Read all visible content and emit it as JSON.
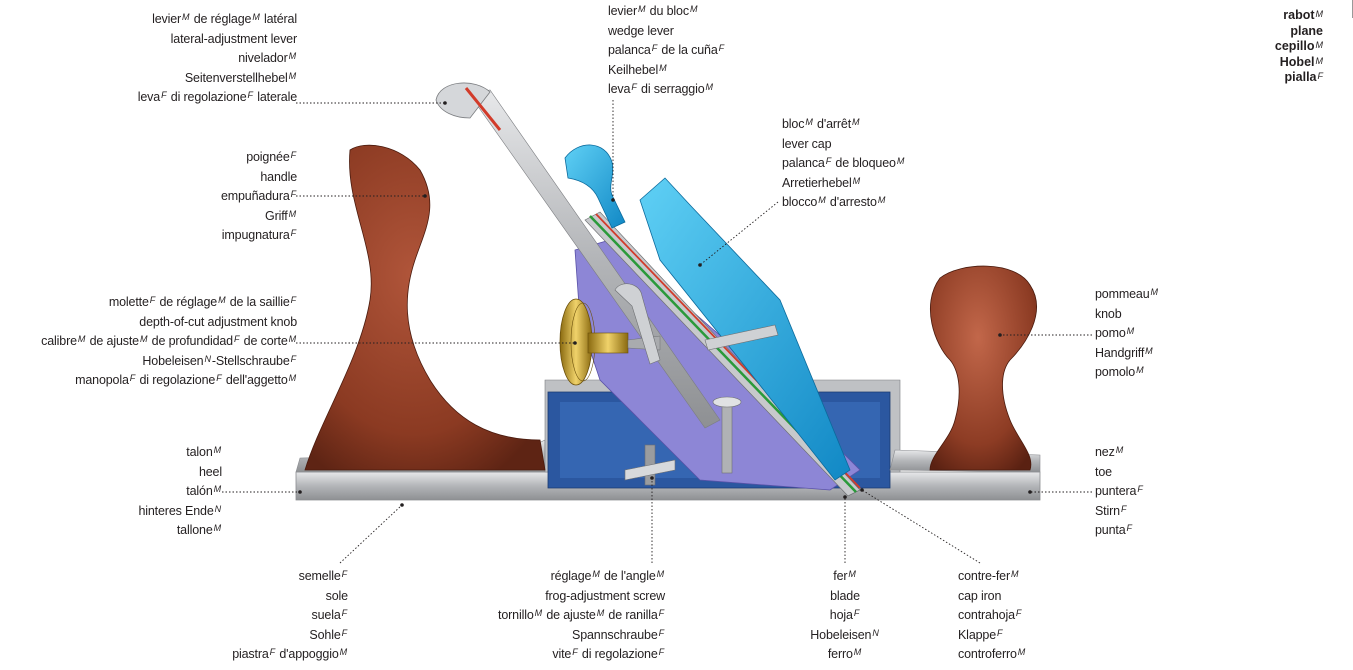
{
  "title": {
    "lines": [
      {
        "text": "rabot",
        "g": "M"
      },
      {
        "text": "plane",
        "g": ""
      },
      {
        "text": "cepillo",
        "g": "M"
      },
      {
        "text": "Hobel",
        "g": "M"
      },
      {
        "text": "pialla",
        "g": "F"
      }
    ]
  },
  "labels": {
    "lateral_lever": [
      "levier|M| de réglage|M| latéral",
      "lateral-adjustment lever",
      "nivelador|M|",
      "Seitenverstellhebel|M|",
      "leva|F| di regolazione|F| laterale"
    ],
    "wedge_lever": [
      "levier|M| du bloc|M|",
      "wedge lever",
      "palanca|F| de la cuña|F|",
      "Keilhebel|M|",
      "leva|F| di serraggio|M|"
    ],
    "lever_cap": [
      "bloc|M| d'arrêt|M|",
      "lever cap",
      "palanca|F| de bloqueo|M|",
      "Arretierhebel|M|",
      "blocco|M| d'arresto|M|"
    ],
    "handle": [
      "poignée|F|",
      "handle",
      "empuñadura|F|",
      "Griff|M|",
      "impugnatura|F|"
    ],
    "depth_knob": [
      "molette|F| de réglage|M| de la saillie|F|",
      "depth-of-cut adjustment knob",
      "calibre|M| de ajuste|M| de profundidad|F| de corte|M|",
      "Hobeleisen|N|-Stellschraube|F|",
      "manopola|F| di regolazione|F| dell'aggetto|M|"
    ],
    "knob": [
      "pommeau|M|",
      "knob",
      "pomo|M|",
      "Handgriff|M|",
      "pomolo|M|"
    ],
    "heel": [
      "talon|M|",
      "heel",
      "talón|M|",
      "hinteres Ende|N|",
      "tallone|M|"
    ],
    "toe": [
      "nez|M|",
      "toe",
      "puntera|F|",
      "Stirn|F|",
      "punta|F|"
    ],
    "sole": [
      "semelle|F|",
      "sole",
      "suela|F|",
      "Sohle|F|",
      "piastra|F| d'appoggio|M|"
    ],
    "frog_screw": [
      "réglage|M| de l'angle|M|",
      "frog-adjustment screw",
      "tornillo|M| de ajuste|M| de ranilla|F|",
      "Spannschraube|F|",
      "vite|F| di regolazione|F|"
    ],
    "blade": [
      "fer|M|",
      "blade",
      "hoja|F|",
      "Hobeleisen|N|",
      "ferro|M|"
    ],
    "cap_iron": [
      "contre-fer|M|",
      "cap iron",
      "contrahoja|F|",
      "Klappe|F|",
      "controferro|M|"
    ]
  },
  "colors": {
    "handle_wood": "#8b3a22",
    "body_blue": "#2b57a0",
    "frog_violet": "#8d86d6",
    "lever_cap_cyan": "#1fa8dc",
    "steel": "#b7b9bc",
    "brass": "#c9a12a",
    "leader": "#231f20"
  }
}
